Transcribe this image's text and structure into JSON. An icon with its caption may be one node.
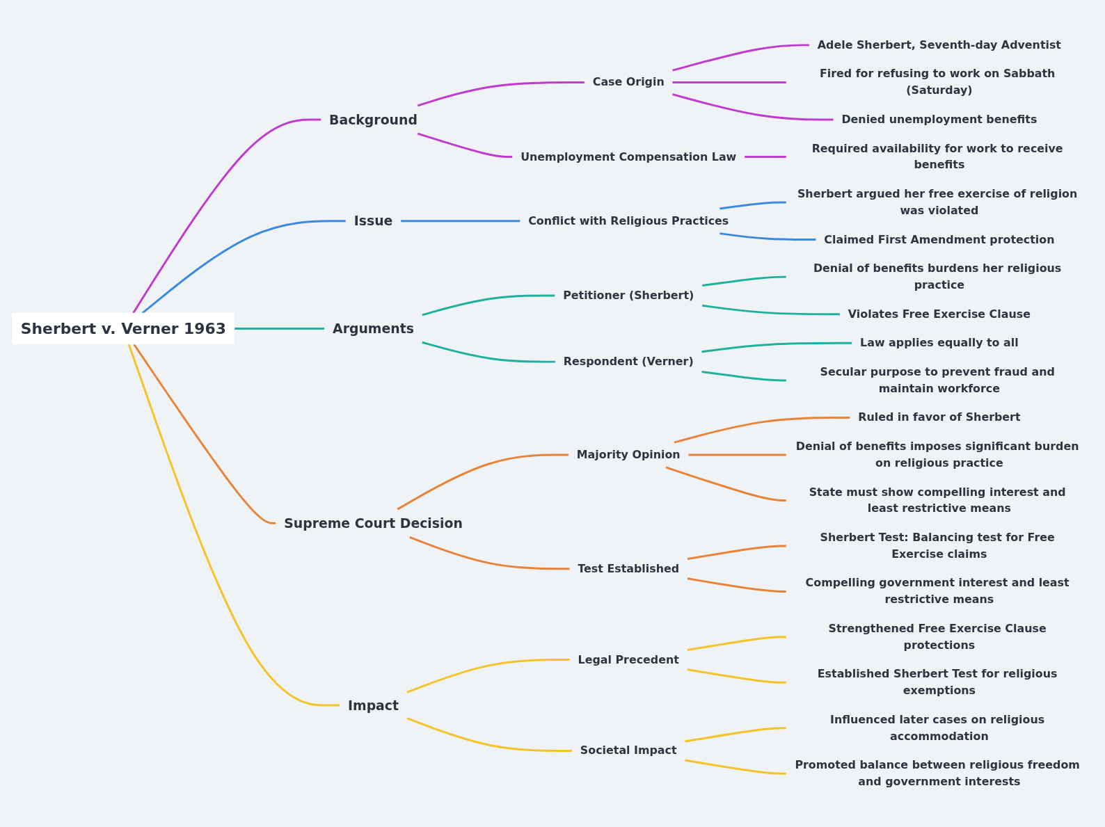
{
  "diagram": {
    "nodes": [
      {
        "text": [
          "Sherbert v. Verner 1963"
        ]
      },
      {
        "text": [
          "Background"
        ]
      },
      {
        "text": [
          "Case Origin"
        ]
      },
      {
        "text": [
          "Adele Sherbert, Seventh-day Adventist"
        ]
      },
      {
        "text": [
          "Fired for refusing to work on Sabbath (Saturday)"
        ]
      },
      {
        "text": [
          "Denied unemployment benefits"
        ]
      },
      {
        "text": [
          "Unemployment Compensation Law"
        ]
      },
      {
        "text": [
          "Required availability for work to receive benefits"
        ]
      },
      {
        "text": [
          "Issue"
        ]
      },
      {
        "text": [
          "Conflict with Religious Practices"
        ]
      },
      {
        "text": [
          "Sherbert argued her free exercise of religion was violated"
        ]
      },
      {
        "text": [
          "Claimed First Amendment protection"
        ]
      },
      {
        "text": [
          "Arguments"
        ]
      },
      {
        "text": [
          "Petitioner (Sherbert)"
        ]
      },
      {
        "text": [
          "Denial of benefits burdens her religious practice"
        ]
      },
      {
        "text": [
          "Violates Free Exercise Clause"
        ]
      },
      {
        "text": [
          "Respondent (Verner)"
        ]
      },
      {
        "text": [
          "Law applies equally to all"
        ]
      },
      {
        "text": [
          "Secular purpose to prevent fraud and maintain workforce"
        ]
      },
      {
        "text": [
          "Supreme Court Decision"
        ]
      },
      {
        "text": [
          "Majority Opinion"
        ]
      },
      {
        "text": [
          "Ruled in favor of Sherbert"
        ]
      },
      {
        "text": [
          "Denial of benefits imposes significant burden on religious practice"
        ]
      },
      {
        "text": [
          "State must show compelling interest and least restrictive means"
        ]
      },
      {
        "text": [
          "Test Established"
        ]
      },
      {
        "text": [
          "Sherbert Test: Balancing test for Free Exercise claims"
        ]
      },
      {
        "text": [
          "Compelling government interest and least restrictive means"
        ]
      },
      {
        "text": [
          "Impact"
        ]
      },
      {
        "text": [
          "Legal Precedent"
        ]
      },
      {
        "text": [
          "Strengthened Free Exercise Clause protections"
        ]
      },
      {
        "text": [
          "Established Sherbert Test for religious exemptions"
        ]
      },
      {
        "text": [
          "Societal Impact"
        ]
      },
      {
        "text": [
          "Influenced later cases on religious accommodation"
        ]
      },
      {
        "text": [
          "Promoted balance between religious freedom and government interests"
        ]
      }
    ],
    "edges": [
      {
        "from": 0,
        "to": 1,
        "arrow": "none",
        "color": "#c03ad0"
      },
      {
        "from": 1,
        "to": 2,
        "arrow": "none",
        "color": "#c03ad0"
      },
      {
        "from": 2,
        "to": 3,
        "arrow": "none",
        "color": "#c03ad0"
      },
      {
        "from": 2,
        "to": 4,
        "arrow": "none",
        "color": "#c03ad0"
      },
      {
        "from": 2,
        "to": 5,
        "arrow": "none",
        "color": "#c03ad0"
      },
      {
        "from": 1,
        "to": 6,
        "arrow": "none",
        "color": "#c03ad0"
      },
      {
        "from": 6,
        "to": 7,
        "arrow": "none",
        "color": "#c03ad0"
      },
      {
        "from": 0,
        "to": 8,
        "arrow": "none",
        "color": "#3a8be0"
      },
      {
        "from": 8,
        "to": 9,
        "arrow": "none",
        "color": "#3a8be0"
      },
      {
        "from": 9,
        "to": 10,
        "arrow": "none",
        "color": "#3a8be0"
      },
      {
        "from": 9,
        "to": 11,
        "arrow": "none",
        "color": "#3a8be0"
      },
      {
        "from": 0,
        "to": 12,
        "arrow": "none",
        "color": "#1fb09e"
      },
      {
        "from": 12,
        "to": 13,
        "arrow": "none",
        "color": "#1fb09e"
      },
      {
        "from": 13,
        "to": 14,
        "arrow": "none",
        "color": "#1fb09e"
      },
      {
        "from": 13,
        "to": 15,
        "arrow": "none",
        "color": "#1fb09e"
      },
      {
        "from": 12,
        "to": 16,
        "arrow": "none",
        "color": "#1fb09e"
      },
      {
        "from": 16,
        "to": 17,
        "arrow": "none",
        "color": "#1fb09e"
      },
      {
        "from": 16,
        "to": 18,
        "arrow": "none",
        "color": "#1fb09e"
      },
      {
        "from": 0,
        "to": 19,
        "arrow": "none",
        "color": "#e8843a"
      },
      {
        "from": 19,
        "to": 20,
        "arrow": "none",
        "color": "#e8843a"
      },
      {
        "from": 20,
        "to": 21,
        "arrow": "none",
        "color": "#e8843a"
      },
      {
        "from": 20,
        "to": 22,
        "arrow": "none",
        "color": "#e8843a"
      },
      {
        "from": 20,
        "to": 23,
        "arrow": "none",
        "color": "#e8843a"
      },
      {
        "from": 19,
        "to": 24,
        "arrow": "none",
        "color": "#e8843a"
      },
      {
        "from": 24,
        "to": 25,
        "arrow": "none",
        "color": "#e8843a"
      },
      {
        "from": 24,
        "to": 26,
        "arrow": "none",
        "color": "#e8843a"
      },
      {
        "from": 0,
        "to": 27,
        "arrow": "none",
        "color": "#f5c228"
      },
      {
        "from": 27,
        "to": 28,
        "arrow": "none",
        "color": "#f5c228"
      },
      {
        "from": 28,
        "to": 29,
        "arrow": "none",
        "color": "#f5c228"
      },
      {
        "from": 28,
        "to": 30,
        "arrow": "none",
        "color": "#f5c228"
      },
      {
        "from": 27,
        "to": 31,
        "arrow": "none",
        "color": "#f5c228"
      },
      {
        "from": 31,
        "to": 32,
        "arrow": "none",
        "color": "#f5c228"
      },
      {
        "from": 31,
        "to": 33,
        "arrow": "none",
        "color": "#f5c228"
      }
    ]
  }
}
